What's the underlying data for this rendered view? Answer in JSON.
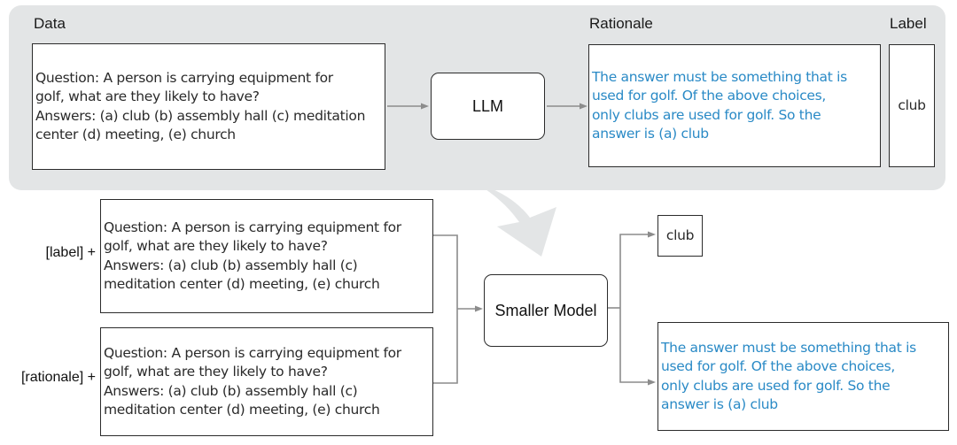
{
  "top_panel": {
    "headers": {
      "data": "Data",
      "rationale": "Rationale",
      "label": "Label"
    },
    "question_box": "Question: A person is carrying equipment for\ngolf, what are they likely to have?\nAnswers: (a) club (b) assembly hall (c) meditation\ncenter (d) meeting, (e) church",
    "llm_node": "LLM",
    "rationale_box": "The answer must be something that is\nused for golf. Of the above choices,\nonly clubs are used for golf. So the\nanswer is (a) club",
    "label_box": "club"
  },
  "bottom": {
    "inputs": [
      {
        "prefix": "[label] +",
        "text": "Question: A person is carrying equipment for\ngolf, what are they likely to have?\nAnswers: (a) club (b) assembly hall (c)\nmeditation center (d) meeting, (e) church"
      },
      {
        "prefix": "[rationale] +",
        "text": "Question: A person is carrying equipment for\ngolf, what are they likely to have?\nAnswers: (a) club (b) assembly hall (c)\nmeditation center (d) meeting, (e) church"
      }
    ],
    "model_node": "Smaller Model",
    "outputs": {
      "label": "club",
      "rationale": "The answer must be something that is\nused for golf. Of the above choices,\nonly clubs are used for golf. So the\nanswer is (a) club"
    }
  },
  "colors": {
    "panel_bg": "#e3e5e6",
    "rationale_text": "#2a8ac6",
    "connector": "#8c8c8c",
    "big_arrow": "#e3e5e6"
  }
}
